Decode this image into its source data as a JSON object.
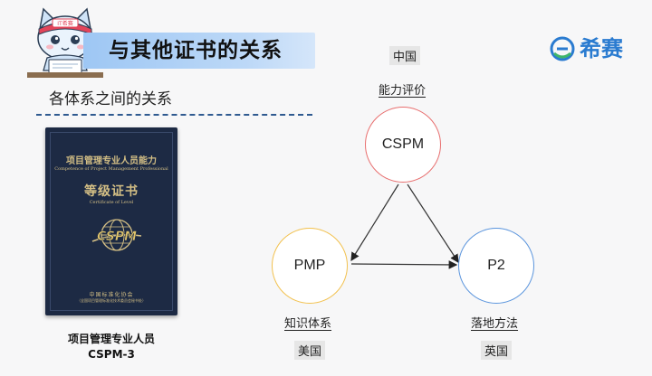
{
  "header": {
    "title": "与其他证书的关系",
    "mascot_badge": "IT希赛",
    "mascot_icon": "cat-mascot-icon"
  },
  "brand": {
    "name": "希赛",
    "logo_icon": "e-circle-logo-icon",
    "color": "#2a7bd0"
  },
  "subtitle": "各体系之间的关系",
  "certificate": {
    "line1": "项目管理专业人员能力",
    "line2": "Competence of Project Management Professional",
    "line3": "等级证书",
    "line4": "Certificate of Level",
    "logo_text": "CSPM",
    "line5": "中国标准化协会",
    "line6": "（全国项目管理标准化技术委员会秘书处）",
    "caption1": "项目管理专业人员",
    "caption2": "CSPM-3"
  },
  "diagram": {
    "top": {
      "country": "中国",
      "focus": "能力评价",
      "name": "CSPM",
      "color": "#e86f6f"
    },
    "left": {
      "name": "PMP",
      "focus": "知识体系",
      "country": "美国",
      "color": "#f2c14e"
    },
    "right": {
      "name": "P2",
      "focus": "落地方法",
      "country": "英国",
      "color": "#5b95dd"
    }
  }
}
